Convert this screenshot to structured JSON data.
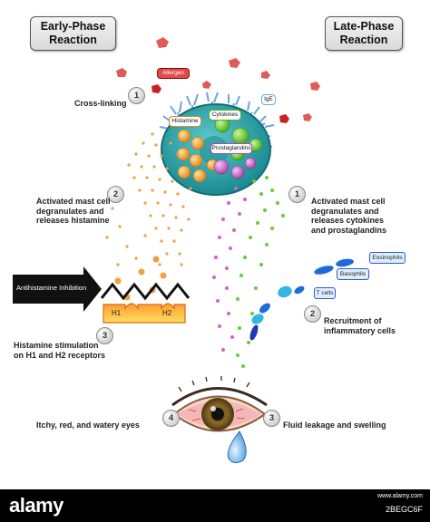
{
  "headers": {
    "early": [
      "Early-Phase",
      "Reaction"
    ],
    "late": [
      "Late-Phase",
      "Reaction"
    ]
  },
  "cell_labels": {
    "allergen": "Allergen",
    "cytokines": "Cytokines",
    "histamine": "Histamine",
    "prostaglandins": "Prostaglandins",
    "ige": "IgE"
  },
  "steps": {
    "cross_linking": {
      "num": "1",
      "text": "Cross-linking"
    },
    "early_2": {
      "num": "2",
      "lines": [
        "Activated mast cell",
        "degranulates and",
        "releases histamine"
      ]
    },
    "early_3": {
      "num": "3",
      "lines": [
        "Histamine stimulation",
        "on H1 and H2 receptors"
      ]
    },
    "late_1": {
      "num": "1",
      "lines": [
        "Activated mast cell",
        "degranulates and",
        "releases cytokines",
        "and prostaglandins"
      ]
    },
    "late_2": {
      "num": "2",
      "lines": [
        "Recruitment of",
        "inflammatory cells"
      ]
    },
    "eyes_4": {
      "num": "4",
      "text": "Itchy, red, and watery eyes"
    },
    "fluid_3": {
      "num": "3",
      "text": "Fluid leakage and swelling"
    }
  },
  "antihistamine": "Antihistamine Inhibition",
  "receptors": {
    "h1": "H1",
    "h2": "H2"
  },
  "inflammatory_cells": {
    "eosinophils": "Eosinophils",
    "basophils": "Basophils",
    "tcells": "T cells"
  },
  "watermark": {
    "brand": "alamy",
    "image_id": "2BEGC6F",
    "url": "www.alamy.com"
  },
  "colors": {
    "histamine": "#f0a040",
    "cytokines": "#66cc33",
    "prostaglandins": "#cc66cc",
    "mast_cell": "#2aa3a8",
    "ige": "#6aa6e0",
    "allergen": "#e04b4b"
  }
}
